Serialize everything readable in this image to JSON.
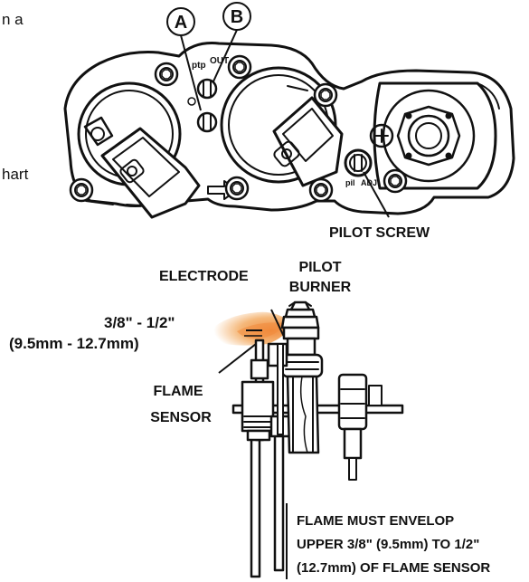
{
  "text_fragments": {
    "top": "n a",
    "middle": "hart"
  },
  "valve": {
    "callout_a": "A",
    "callout_b": "B",
    "port_ptp": "ptp",
    "port_out": "OUT",
    "port_pil": "pil",
    "port_adj": "ADJ",
    "pilot_screw_label": "PILOT SCREW"
  },
  "pilot_assembly": {
    "electrode_label": "ELECTRODE",
    "pilot_burner_line1": "PILOT",
    "pilot_burner_line2": "BURNER",
    "gap_imperial": "3/8\" - 1/2\"",
    "gap_metric": "(9.5mm - 12.7mm)",
    "flame_sensor_line1": "FLAME",
    "flame_sensor_line2": "SENSOR",
    "note_line1": "FLAME MUST ENVELOP",
    "note_line2": "UPPER 3/8\" (9.5mm) TO 1/2\"",
    "note_line3": "(12.7mm) OF FLAME SENSOR"
  },
  "colors": {
    "ink": "#111111",
    "flame_outer": "#f5b87a",
    "flame_inner": "#f08a3c"
  }
}
